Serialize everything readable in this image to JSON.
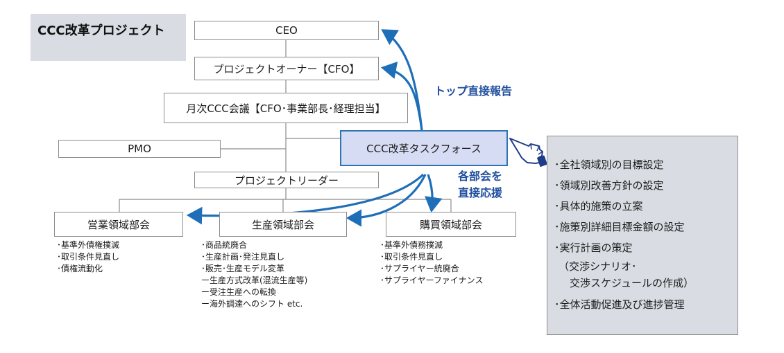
{
  "title": "CCC改革プロジェクト",
  "nodes": {
    "ceo": "CEO",
    "owner": "プロジェクトオーナー【CFO】",
    "meeting": "月次CCC会議【CFO･事業部長･経理担当】",
    "pmo": "PMO",
    "leader": "プロジェクトリーダー",
    "taskforce": "CCC改革タスクフォース",
    "sales": "営業領域部会",
    "production": "生産領域部会",
    "purchasing": "購買領域部会"
  },
  "labels": {
    "top_report": "トップ直接報告",
    "support_line1": "各部会を",
    "support_line2": "直接応援"
  },
  "sales_items": [
    "･基準外債権撲滅",
    "･取引条件見直し",
    "･債権流動化"
  ],
  "production_items": [
    "･商品統廃合",
    "･生産計画･発注見直し",
    "･販売･生産モデル変革",
    "ー生産方式改革(混流生産等)",
    "ー受注生産への転換",
    "ー海外調達へのシフト etc."
  ],
  "purchasing_items": [
    "･基準外債務撲滅",
    "･取引条件見直し",
    "･サプライヤー統廃合",
    "･サプライヤーファイナンス"
  ],
  "taskforce_duties": [
    "･全社領域別の目標設定",
    "･領域別改善方針の設定",
    "･具体的施策の立案",
    "･施策別詳細目標金額の設定",
    "･実行計画の策定",
    "（交渉シナリオ･",
    "交渉スケジュールの作成）",
    "･全体活動促進及び進捗管理"
  ],
  "colors": {
    "arrow_blue": "#1f6fb8",
    "taskforce_fill": "#d6dcf4",
    "panel_fill": "#d9dde3",
    "label_blue": "#1f4e9e"
  },
  "icons": [
    "pointing-hand-icon"
  ]
}
